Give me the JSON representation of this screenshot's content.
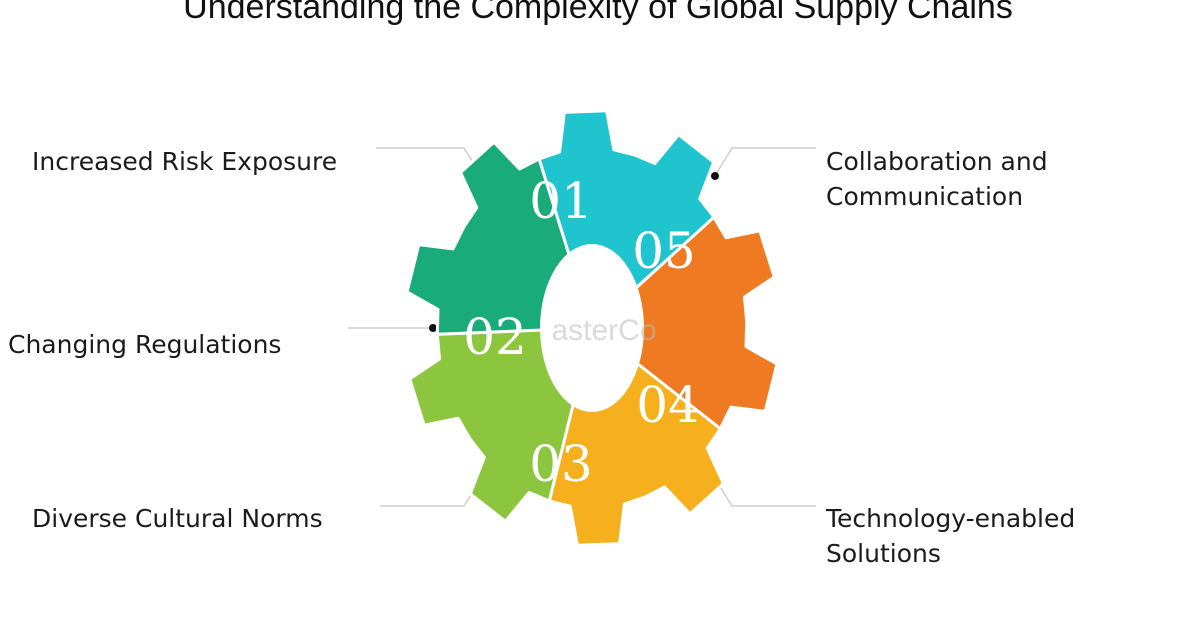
{
  "title": "Understanding the Complexity of Global Supply Chains",
  "watermark": "asterCo",
  "colors": {
    "seg01": "#1fc4cf",
    "seg02": "#1aab7a",
    "seg03": "#8cc63f",
    "seg04": "#f6b01d",
    "seg05": "#f07a22",
    "connector": "#cfcfcf",
    "dot": "#111111"
  },
  "segments": [
    {
      "number": "01",
      "label_lines": [
        "Increased Risk Exposure"
      ]
    },
    {
      "number": "02",
      "label_lines": [
        "Changing Regulations"
      ]
    },
    {
      "number": "03",
      "label_lines": [
        "Diverse Cultural Norms"
      ]
    },
    {
      "number": "04",
      "label_lines": [
        "Technology-enabled",
        "Solutions"
      ]
    },
    {
      "number": "05",
      "label_lines": [
        "Collaboration and",
        "Communication"
      ]
    }
  ]
}
